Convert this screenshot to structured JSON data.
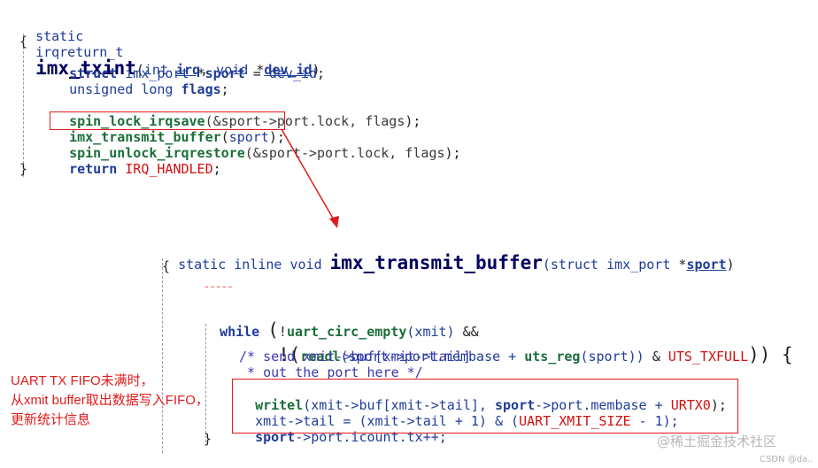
{
  "txint": {
    "l1": {
      "static": "static",
      "ret": "irqreturn_t",
      "name": "imx_txint",
      "open": "(",
      "int": "int",
      "irq": "irq",
      "sep": ",",
      "void": "void",
      "star": "*",
      "dev_id": "dev_id",
      "close": ")"
    },
    "l2": "{",
    "l3": {
      "struct": "struct",
      "type": "imx_port",
      "star": "*",
      "sport": "sport",
      "eq": "=",
      "rhs": "dev_id",
      "semi": ";"
    },
    "l4": {
      "type": "unsigned long",
      "flags": "flags",
      "semi": ";"
    },
    "l5": {
      "fn": "spin_lock_irqsave",
      "args1": "(&sport->port.lock,",
      "args2": "flags",
      "end": ");"
    },
    "l6": {
      "fn": "imx_transmit_buffer",
      "open": "(",
      "arg": "sport",
      "end": ");"
    },
    "l7": {
      "fn": "spin_unlock_irqrestore",
      "args1": "(&sport->port.lock,",
      "args2": "flags",
      "end": ");"
    },
    "l8": {
      "kw": "return",
      "val": "IRQ_HANDLED",
      "semi": ";"
    },
    "l9": "}"
  },
  "tx": {
    "l1": {
      "static": "static inline void",
      "name": "imx_transmit_buffer",
      "open": "(struct imx_port",
      "star": "*",
      "sport": "sport",
      "close": ")"
    },
    "l2": "{",
    "squiggle": "˜˜˜˜˜",
    "l3": {
      "kw": "while",
      "p1": "(",
      "not": "!",
      "fn": "uart_circ_empty",
      "arg": "(xmit)",
      "and": "&&"
    },
    "l4": {
      "not": "!(",
      "fn": "readl",
      "a1": "(sport->port.membase +",
      "fn2": "uts_reg",
      "a2": "(sport))",
      "amp": "&",
      "mask": "UTS_TXFULL",
      "close": ")) {"
    },
    "c1": "/* send xmit->buf[xmit->tail]",
    "c2": " * out the port here */",
    "b1": {
      "fn": "writel",
      "a1": "(xmit->buf[xmit->tail],",
      "sport": "sport",
      "a2": "->port.membase +",
      "reg": "URTX0",
      "end": ");"
    },
    "b2": {
      "a1": "xmit->tail = (xmit->tail + 1) & (",
      "size": "UART_XMIT_SIZE",
      "a2": "- 1);"
    },
    "b3": {
      "sport": "sport",
      "a1": "->port.icount.tx++;"
    },
    "end": "}"
  },
  "annotation": {
    "line1": "UART TX FIFO未满时，",
    "line2": "从xmit buffer取出数据写入FIFO，",
    "line3": "更新统计信息"
  },
  "watermark": {
    "main": "@稀土掘金技术社区",
    "csdn": "CSDN @da.."
  },
  "colors": {
    "highlight": "#e01b1b",
    "keyword": "#1f3c99",
    "function": "#1a6e3a"
  }
}
